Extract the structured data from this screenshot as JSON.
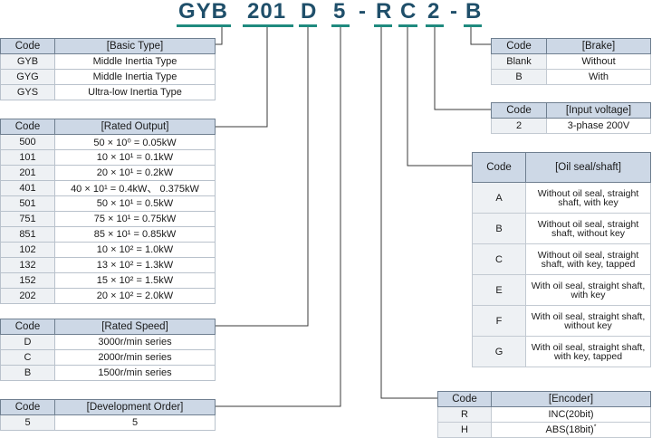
{
  "model": {
    "segments": [
      "GYB",
      "201",
      "D",
      "5",
      "-",
      "R",
      "C",
      "2",
      "-",
      "B"
    ]
  },
  "basic_type": {
    "header": [
      "Code",
      "[Basic Type]"
    ],
    "rows": [
      [
        "GYB",
        "Middle Inertia Type"
      ],
      [
        "GYG",
        "Middle Inertia Type"
      ],
      [
        "GYS",
        "Ultra-low Inertia Type"
      ]
    ]
  },
  "rated_output": {
    "header": [
      "Code",
      "[Rated Output]"
    ],
    "rows": [
      [
        "500",
        "50 × 10⁰ = 0.05kW"
      ],
      [
        "101",
        "10 × 10¹ = 0.1kW"
      ],
      [
        "201",
        "20 × 10¹ = 0.2kW"
      ],
      [
        "401",
        "40 × 10¹ = 0.4kW、 0.375kW"
      ],
      [
        "501",
        "50 × 10¹ = 0.5kW"
      ],
      [
        "751",
        "75 × 10¹ = 0.75kW"
      ],
      [
        "851",
        "85 × 10¹ = 0.85kW"
      ],
      [
        "102",
        "10 × 10² = 1.0kW"
      ],
      [
        "132",
        "13 × 10² = 1.3kW"
      ],
      [
        "152",
        "15 × 10² = 1.5kW"
      ],
      [
        "202",
        "20 × 10² = 2.0kW"
      ]
    ]
  },
  "rated_speed": {
    "header": [
      "Code",
      "[Rated Speed]"
    ],
    "rows": [
      [
        "D",
        "3000r/min series"
      ],
      [
        "C",
        "2000r/min series"
      ],
      [
        "B",
        "1500r/min series"
      ]
    ]
  },
  "development_order": {
    "header": [
      "Code",
      "[Development Order]"
    ],
    "rows": [
      [
        "5",
        "5"
      ]
    ]
  },
  "brake": {
    "header": [
      "Code",
      "[Brake]"
    ],
    "rows": [
      [
        "Blank",
        "Without"
      ],
      [
        "B",
        "With"
      ]
    ]
  },
  "input_voltage": {
    "header": [
      "Code",
      "[Input voltage]"
    ],
    "rows": [
      [
        "2",
        "3-phase 200V"
      ]
    ]
  },
  "oil_seal": {
    "header": [
      "Code",
      "[Oil seal/shaft]"
    ],
    "rows": [
      [
        "A",
        "Without oil seal, straight shaft, with key"
      ],
      [
        "B",
        "Without oil seal, straight shaft, without key"
      ],
      [
        "C",
        "Without oil seal, straight shaft, with key, tapped"
      ],
      [
        "E",
        "With oil seal, straight shaft, with key"
      ],
      [
        "F",
        "With oil seal, straight shaft, without key"
      ],
      [
        "G",
        "With oil seal, straight shaft, with key, tapped"
      ]
    ]
  },
  "encoder": {
    "header": [
      "Code",
      "[Encoder]"
    ],
    "rows": [
      [
        "R",
        "INC(20bit)"
      ],
      [
        "H",
        "ABS(18bit)"
      ]
    ],
    "footnote_mark": "*"
  }
}
